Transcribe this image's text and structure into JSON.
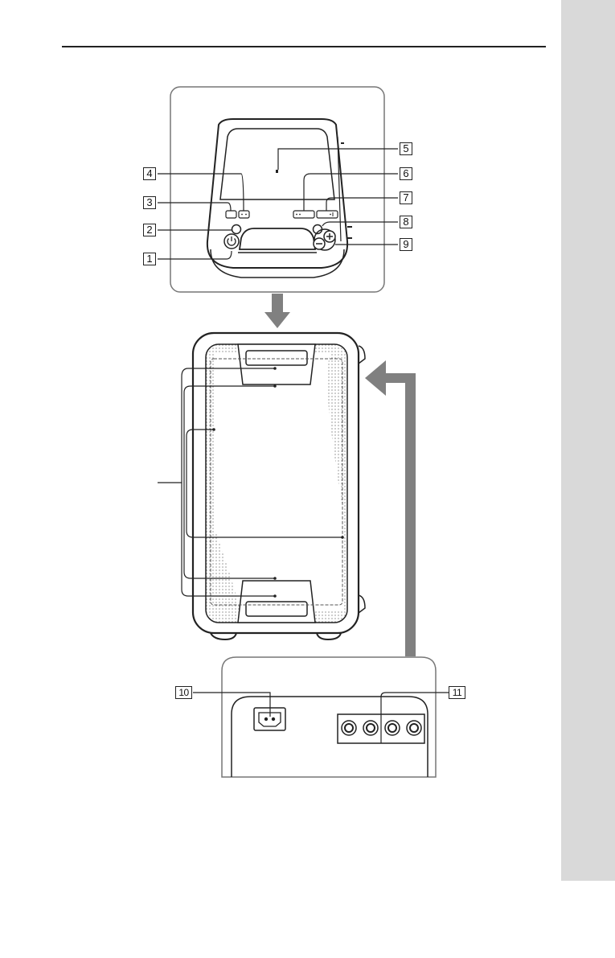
{
  "callouts": {
    "c1": "1",
    "c2": "2",
    "c3": "3",
    "c4": "4",
    "c5": "5",
    "c6": "6",
    "c7": "7",
    "c8": "8",
    "c9": "9",
    "c10": "10",
    "c11": "11"
  },
  "colors": {
    "side_tab": "#d9d9d9",
    "line": "#222222",
    "arrow": "#808080"
  },
  "icons": {
    "power": "power-icon",
    "volume_minus": "minus-icon",
    "volume_plus": "plus-icon",
    "ac_inlet": "ac-inlet-icon"
  }
}
